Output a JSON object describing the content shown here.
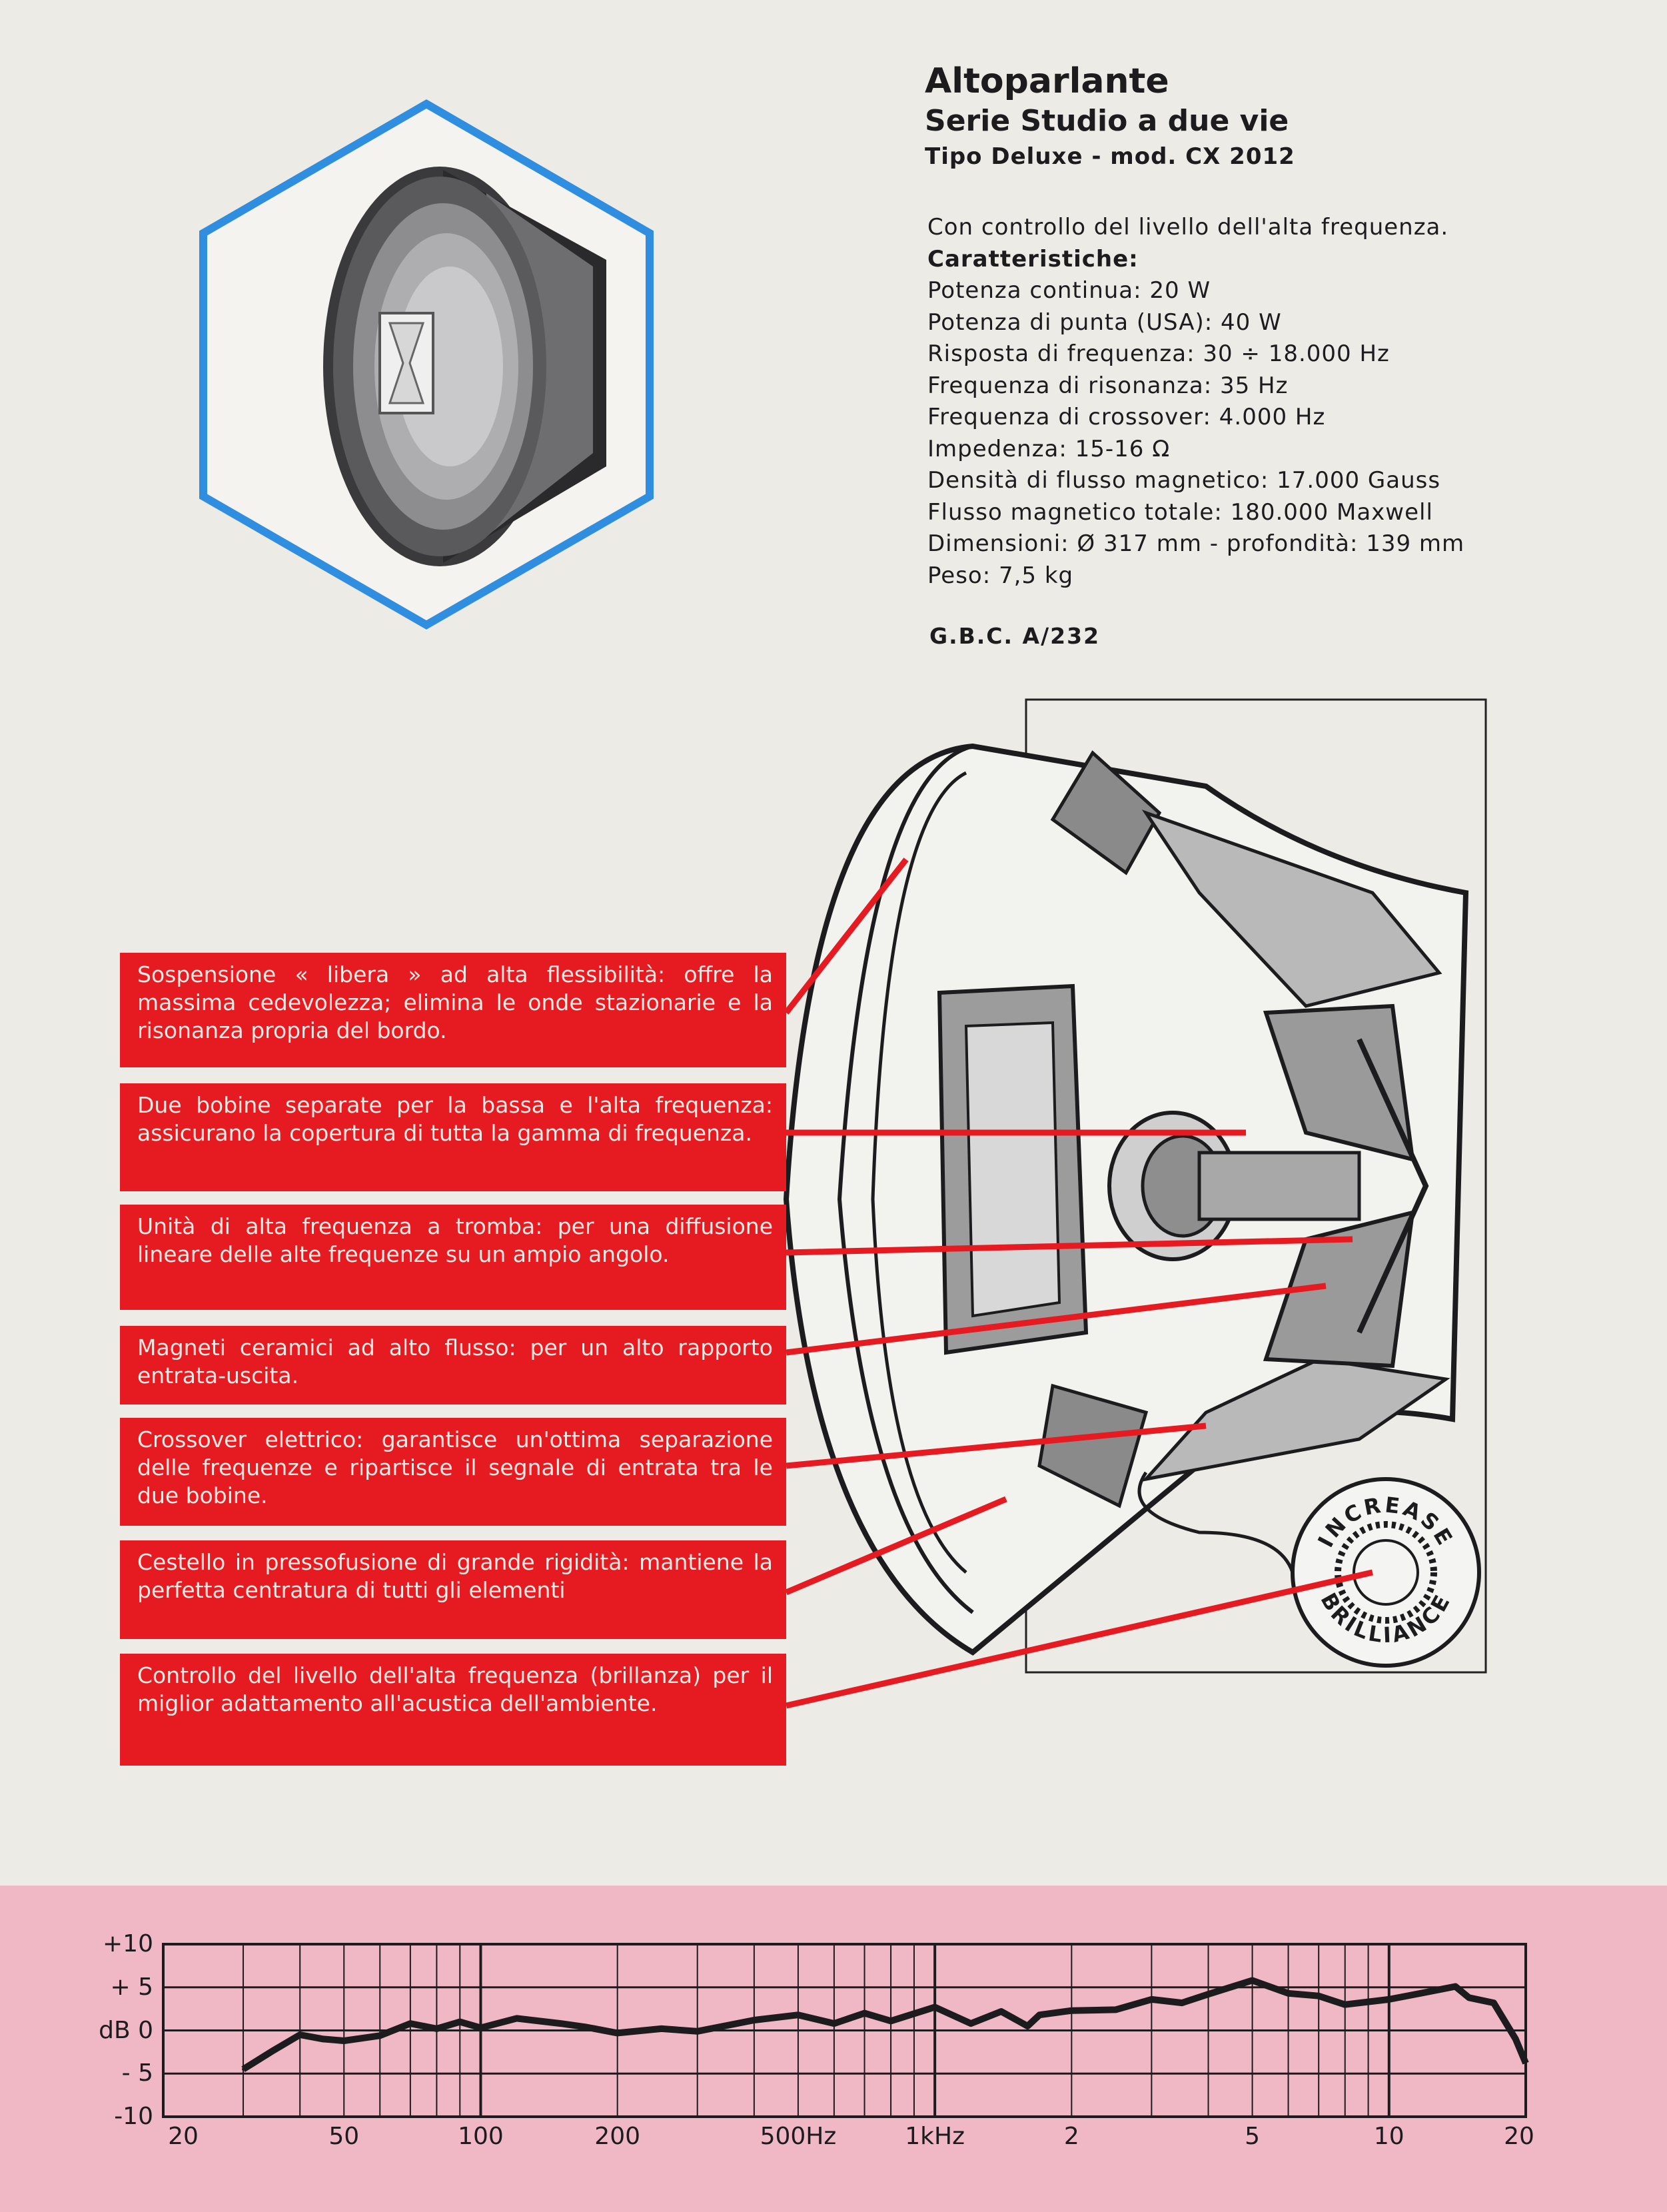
{
  "header": {
    "title": "Altoparlante",
    "subtitle": "Serie Studio a due vie",
    "type_line": "Tipo Deluxe - mod. CX 2012"
  },
  "description": "Con controllo del livello dell'alta frequenza.",
  "specs_heading": "Caratteristiche:",
  "specs": [
    "Potenza continua: 20 W",
    "Potenza di punta (USA): 40 W",
    "Risposta di frequenza: 30 ÷ 18.000 Hz",
    "Frequenza di risonanza: 35 Hz",
    "Frequenza di crossover: 4.000 Hz",
    "Impedenza: 15-16 Ω",
    "Densità di flusso magnetico: 17.000 Gauss",
    "Flusso magnetico totale: 180.000 Maxwell",
    "Dimensioni: Ø 317 mm - profondità: 139 mm",
    "Peso: 7,5 kg"
  ],
  "catalog_code": "G.B.C. A/232",
  "callouts": [
    "Sospensione « libera » ad alta flessibilità: offre la massima cedevolezza; elimina le onde stazionarie e la risonanza propria del bordo.",
    "Due bobine separate per la bassa e l'alta frequenza: assicurano la copertura di tutta la gamma di frequenza.",
    "Unità di alta frequenza a tromba: per una diffusione lineare delle alte frequenze su un ampio angolo.",
    "Magneti ceramici ad alto flusso: per un alto rapporto entrata-uscita.",
    "Crossover elettrico: garantisce un'ottima separazione delle frequenze e ripartisce il segnale di entrata tra le due bobine.",
    "Cestello in pressofusione di grande rigidità: mantiene la perfetta centratura di tutti gli elementi",
    "Controllo del livello dell'alta frequenza (brillanza) per il miglior adattamento all'acustica dell'ambiente."
  ],
  "knob": {
    "top_label": "INCREASE",
    "bottom_label": "BRILLIANCE"
  },
  "colors": {
    "callout_red": "#e51b21",
    "hexagon_blue": "#2f8ee0",
    "chart_band_pink": "#efb8c4"
  },
  "chart_data": {
    "type": "line",
    "title": "",
    "xlabel": "",
    "ylabel": "",
    "x_scale": "log",
    "xlim": [
      20,
      20000
    ],
    "ylim": [
      -10,
      10
    ],
    "y_ticks": [
      "+10",
      "+ 5",
      "dB 0",
      "- 5",
      "-10"
    ],
    "x_ticks": [
      "20",
      "50",
      "100",
      "200",
      "500Hz",
      "1kHz",
      "2",
      "5",
      "10",
      "20"
    ],
    "x": [
      30,
      35,
      40,
      45,
      50,
      60,
      70,
      80,
      90,
      100,
      120,
      150,
      170,
      200,
      250,
      300,
      400,
      500,
      600,
      700,
      800,
      1000,
      1200,
      1400,
      1600,
      1700,
      2000,
      2500,
      3000,
      3500,
      4000,
      5000,
      6000,
      7000,
      8000,
      10000,
      12000,
      14000,
      15000,
      17000,
      19000,
      20000
    ],
    "series": [
      {
        "values": [
          -4.5,
          -2.3,
          -0.5,
          -1.0,
          -1.2,
          -0.6,
          0.8,
          0.2,
          1.0,
          0.3,
          1.4,
          0.8,
          0.4,
          -0.3,
          0.2,
          -0.1,
          1.2,
          1.8,
          0.8,
          2.0,
          1.1,
          2.7,
          0.8,
          2.2,
          0.5,
          1.8,
          2.3,
          2.4,
          3.6,
          3.2,
          4.2,
          5.8,
          4.3,
          4.0,
          3.0,
          3.6,
          4.4,
          5.1,
          3.8,
          3.2,
          -1.0,
          -3.8
        ]
      }
    ]
  }
}
